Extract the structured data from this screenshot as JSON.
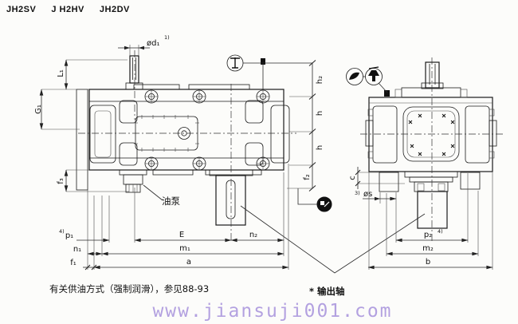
{
  "page": {
    "bg": "#fcfcfa",
    "ink": "#1a1a1a"
  },
  "header": {
    "models": [
      "JH2SV",
      "J H2HV",
      "JH2DV"
    ]
  },
  "dims": {
    "d1": {
      "label": "ød₁",
      "sup": "1)"
    },
    "L1": {
      "label": "L₁"
    },
    "G1": {
      "label": "G₁"
    },
    "f3": {
      "label": "f₃"
    },
    "p1": {
      "label": "p₁",
      "sup": "4)"
    },
    "n1": {
      "label": "n₁"
    },
    "f1": {
      "label": "f₁"
    },
    "E": {
      "label": "E"
    },
    "n2": {
      "label": "n₂"
    },
    "m1": {
      "label": "m₁"
    },
    "a": {
      "label": "a"
    },
    "h2": {
      "label": "h₂"
    },
    "h_upper": {
      "label": "h"
    },
    "h_lower": {
      "label": "h"
    },
    "f2": {
      "label": "f₂"
    },
    "c": {
      "label": "c"
    },
    "s": {
      "label": "øs",
      "sup": "3)"
    },
    "p2": {
      "label": "p₂",
      "sup": "4)"
    },
    "m2": {
      "label": "m₂"
    },
    "b": {
      "label": "b"
    }
  },
  "notes": {
    "oil_pump": "油泵",
    "oil_supply": "有关供油方式（强制润滑），参见88-93",
    "output_shaft": "* 输出轴"
  },
  "watermark": {
    "text": "www.jiansuji001.com",
    "color": "#b3a1e0"
  }
}
